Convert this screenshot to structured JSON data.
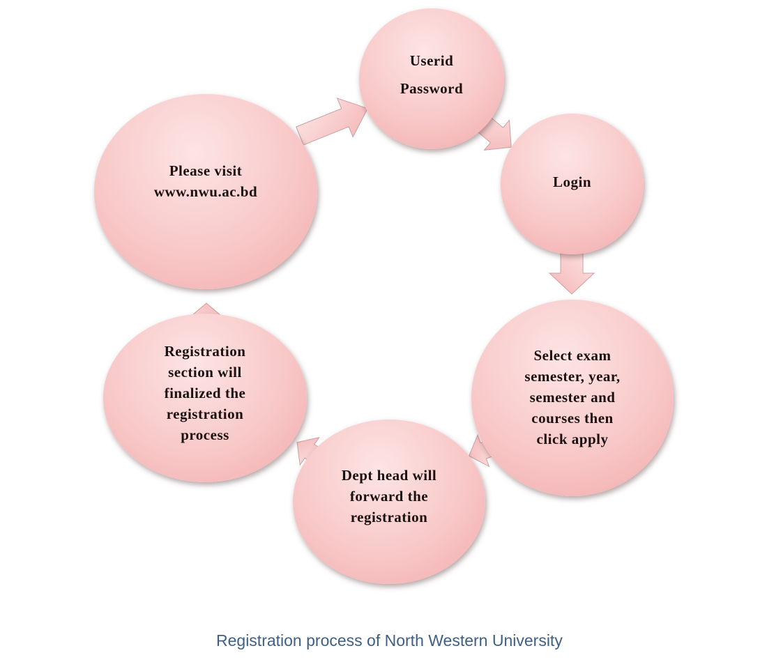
{
  "diagram": {
    "type": "cycle",
    "steps": [
      {
        "id": "visit",
        "label": "Please visit\nwww.nwu.ac.bd"
      },
      {
        "id": "credentials",
        "label": "Userid\nPassword"
      },
      {
        "id": "login",
        "label": "Login"
      },
      {
        "id": "select",
        "label": "Select exam\nsemester, year,\nsemester and\ncourses then\nclick apply"
      },
      {
        "id": "dept",
        "label": "Dept head will\nforward the\nregistration"
      },
      {
        "id": "finalize",
        "label": "Registration\nsection will\nfinalized the\nregistration\nprocess"
      }
    ],
    "flow": [
      "visit",
      "credentials",
      "login",
      "select",
      "dept",
      "finalize",
      "visit"
    ]
  },
  "caption": "Registration process of North Western University"
}
